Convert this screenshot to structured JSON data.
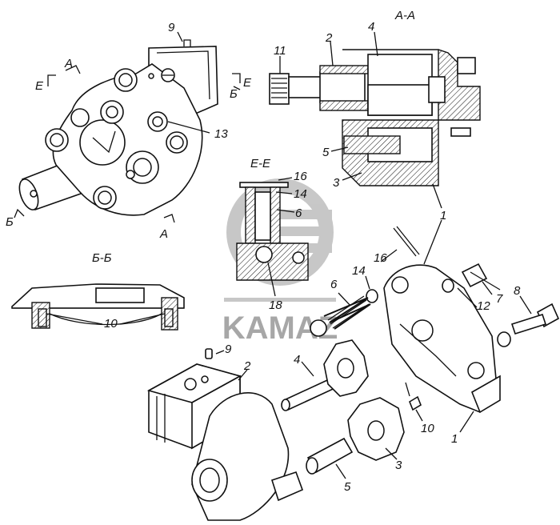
{
  "watermark": {
    "text": "KAMAZ",
    "color": "#8a8a8a"
  },
  "sections": {
    "aa": "А-А",
    "ee": "Е-Е",
    "bb": "Б-Б"
  },
  "cut_marks": {
    "a_top": "А",
    "a_bottom": "А",
    "e_left": "Е",
    "e_right": "Е",
    "b_left": "Б",
    "b_right": "Б"
  },
  "callouts": {
    "c9_top": "9",
    "c13": "13",
    "c11": "11",
    "c2_section": "2",
    "c4_section": "4",
    "c5_section": "5",
    "c3_section": "3",
    "c16_ee": "16",
    "c14_ee": "14",
    "c6_ee": "6",
    "c18": "18",
    "c1_right": "1",
    "c16": "16",
    "c14": "14",
    "c6": "6",
    "c12": "12",
    "c7": "7",
    "c8": "8",
    "c10_bb": "10",
    "c9_bottom": "9",
    "c2_bottom": "2",
    "c4_bottom": "4",
    "c10_bottom": "10",
    "c1_bottom": "1",
    "c3_bottom": "3",
    "c5_bottom": "5"
  }
}
